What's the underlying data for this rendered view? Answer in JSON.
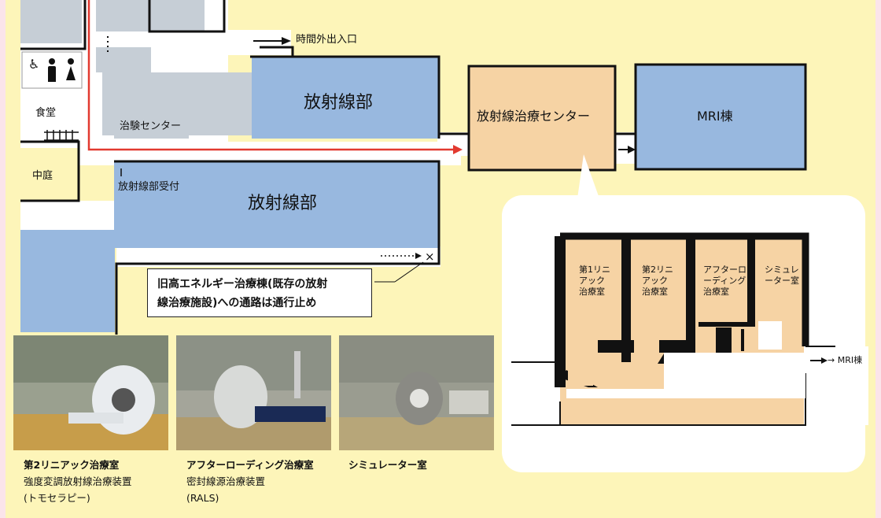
{
  "colors": {
    "background": "#fdf5b9",
    "border": "#fbe4ea",
    "radiology": "#98b8df",
    "therapy_center": "#f6d3a4",
    "gray_block": "#c6ced6",
    "route_arrow": "#e23a30"
  },
  "map": {
    "after_hours_entrance": "時間外出入口",
    "dept_upper": "放射線部",
    "dept_lower": "放射線部",
    "therapy_center": "放射線治療センター",
    "mri": "MRI棟",
    "clinical_trial": "治験センター",
    "cafeteria": "食堂",
    "courtyard": "中庭",
    "reception": "放射線部受付",
    "icons": [
      "wheelchair-icon",
      "male-restroom-icon",
      "female-restroom-icon"
    ]
  },
  "notice": {
    "line1": "旧高エネルギー治療棟(既存の放射",
    "line2": "線治療施設)への通路は通行止め"
  },
  "detail": {
    "rooms": [
      {
        "label": "第1リニアック治療室"
      },
      {
        "label": "第2リニアック治療室"
      },
      {
        "label": "アフターローディング治療室"
      },
      {
        "label": "シミュレーター室"
      }
    ],
    "mri_arrow": "→ MRI棟"
  },
  "photos": [
    {
      "lines": [
        "第2リニアック治療室",
        "強度変調放射線治療装置",
        "(トモセラピー)"
      ]
    },
    {
      "lines": [
        "アフターローディング治療室",
        "密封線源治療装置",
        "(RALS)"
      ]
    },
    {
      "lines": [
        "シミュレーター室"
      ]
    }
  ]
}
